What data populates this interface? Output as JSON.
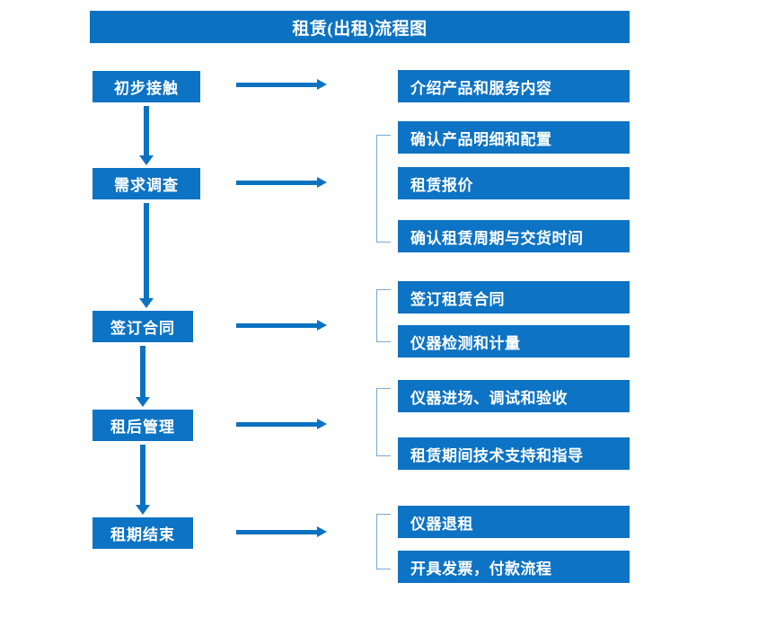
{
  "diagram": {
    "title": "租赁(出租)流程图",
    "theme": {
      "box_fill": "#0d73c4",
      "title_fill": "#0b72c2",
      "box_text": "#ffffff",
      "arrow_color": "#0b72c2",
      "bracket_color": "#7ba7d7",
      "background": "#ffffff"
    },
    "stages": [
      {
        "id": "stage-1",
        "label": "初步接触"
      },
      {
        "id": "stage-2",
        "label": "需求调查"
      },
      {
        "id": "stage-3",
        "label": "签订合同"
      },
      {
        "id": "stage-4",
        "label": "租后管理"
      },
      {
        "id": "stage-5",
        "label": "租期结束"
      }
    ],
    "groups": [
      {
        "id": "group-1",
        "stage": "初步接触",
        "bracketed": false,
        "details": [
          {
            "id": "detail-1-1",
            "label": "介绍产品和服务内容"
          }
        ]
      },
      {
        "id": "group-2",
        "stage": "需求调查",
        "bracketed": true,
        "details": [
          {
            "id": "detail-2-1",
            "label": "确认产品明细和配置"
          },
          {
            "id": "detail-2-2",
            "label": "租赁报价"
          },
          {
            "id": "detail-2-3",
            "label": "确认租赁周期与交货时间"
          }
        ]
      },
      {
        "id": "group-3",
        "stage": "签订合同",
        "bracketed": true,
        "details": [
          {
            "id": "detail-3-1",
            "label": "签订租赁合同"
          },
          {
            "id": "detail-3-2",
            "label": "仪器检测和计量"
          }
        ]
      },
      {
        "id": "group-4",
        "stage": "租后管理",
        "bracketed": true,
        "details": [
          {
            "id": "detail-4-1",
            "label": "仪器进场、调试和验收"
          },
          {
            "id": "detail-4-2",
            "label": "租赁期间技术支持和指导"
          }
        ]
      },
      {
        "id": "group-5",
        "stage": "租期结束",
        "bracketed": true,
        "details": [
          {
            "id": "detail-5-1",
            "label": "仪器退租"
          },
          {
            "id": "detail-5-2",
            "label": "开具发票，付款流程"
          }
        ]
      }
    ],
    "connectors": {
      "vertical_arrows": 4,
      "horizontal_arrows": 5,
      "arrow_icon": "arrow-right-icon",
      "flow_icon": "arrow-down-icon"
    }
  }
}
